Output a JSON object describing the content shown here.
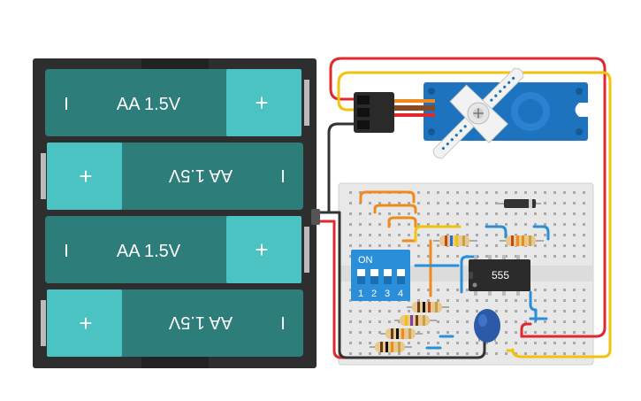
{
  "battery_pack": {
    "cells": [
      {
        "label": "AA 1.5V",
        "negative": "I",
        "positive": "+",
        "flipped": false
      },
      {
        "label": "AA 1.5V",
        "negative": "I",
        "positive": "+",
        "flipped": true
      },
      {
        "label": "AA 1.5V",
        "negative": "I",
        "positive": "+",
        "flipped": false
      },
      {
        "label": "AA 1.5V",
        "negative": "I",
        "positive": "+",
        "flipped": true
      }
    ]
  },
  "chip": {
    "label": "555"
  },
  "dip_switch": {
    "label": "ON",
    "numbers": [
      "1",
      "2",
      "3",
      "4"
    ]
  },
  "colors": {
    "battery_body": "#2e2e2e",
    "cell_dark": "#2d7d7a",
    "cell_light": "#4bc3c3",
    "servo_blue": "#1e73be",
    "wire_red": "#e0282f",
    "wire_yellow": "#f2c20f",
    "wire_black": "#333333",
    "wire_orange": "#f08a1e",
    "wire_blue": "#2a8fd8",
    "breadboard": "#e8e8e8",
    "capacitor": "#2c5aa8"
  }
}
